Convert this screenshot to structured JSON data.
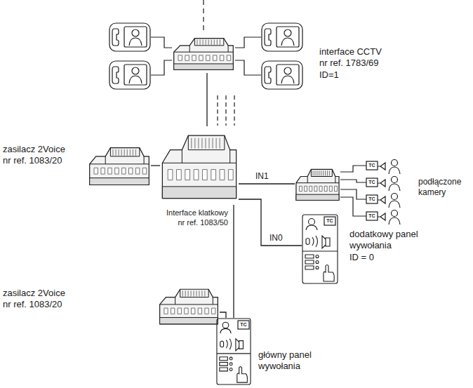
{
  "diagram": {
    "nodes": [
      {
        "text": [
          "interface CCTV",
          "nr ref. 1783/69",
          "ID=1"
        ]
      },
      {
        "text": [
          "zasilacz 2Voice",
          "nr ref. 1083/20"
        ]
      },
      {
        "text": [
          "Interface klatkowy",
          "nr ref. 1083/50"
        ]
      },
      {
        "text": [
          "podłączone kamery"
        ]
      },
      {
        "text": [
          "dodatkowy panel wywołania",
          "ID = 0"
        ]
      },
      {
        "text": [
          "zasilacz 2Voice",
          "nr ref. 1083/20"
        ]
      },
      {
        "text": [
          "główny panel wywołania"
        ]
      }
    ],
    "edges": [
      {
        "from": 0,
        "to": 2,
        "arrow": "none"
      },
      {
        "from": 1,
        "to": 2,
        "arrow": "none"
      },
      {
        "from": 2,
        "to": 3,
        "label": "IN1",
        "arrow": "none"
      },
      {
        "from": 2,
        "to": 4,
        "label": "IN0",
        "arrow": "none"
      },
      {
        "from": 2,
        "to": 6,
        "arrow": "none"
      },
      {
        "from": 5,
        "to": 6,
        "arrow": "none"
      }
    ],
    "labels": [
      "TC",
      "TC",
      "TC",
      "TC",
      "TC",
      "TC"
    ]
  }
}
